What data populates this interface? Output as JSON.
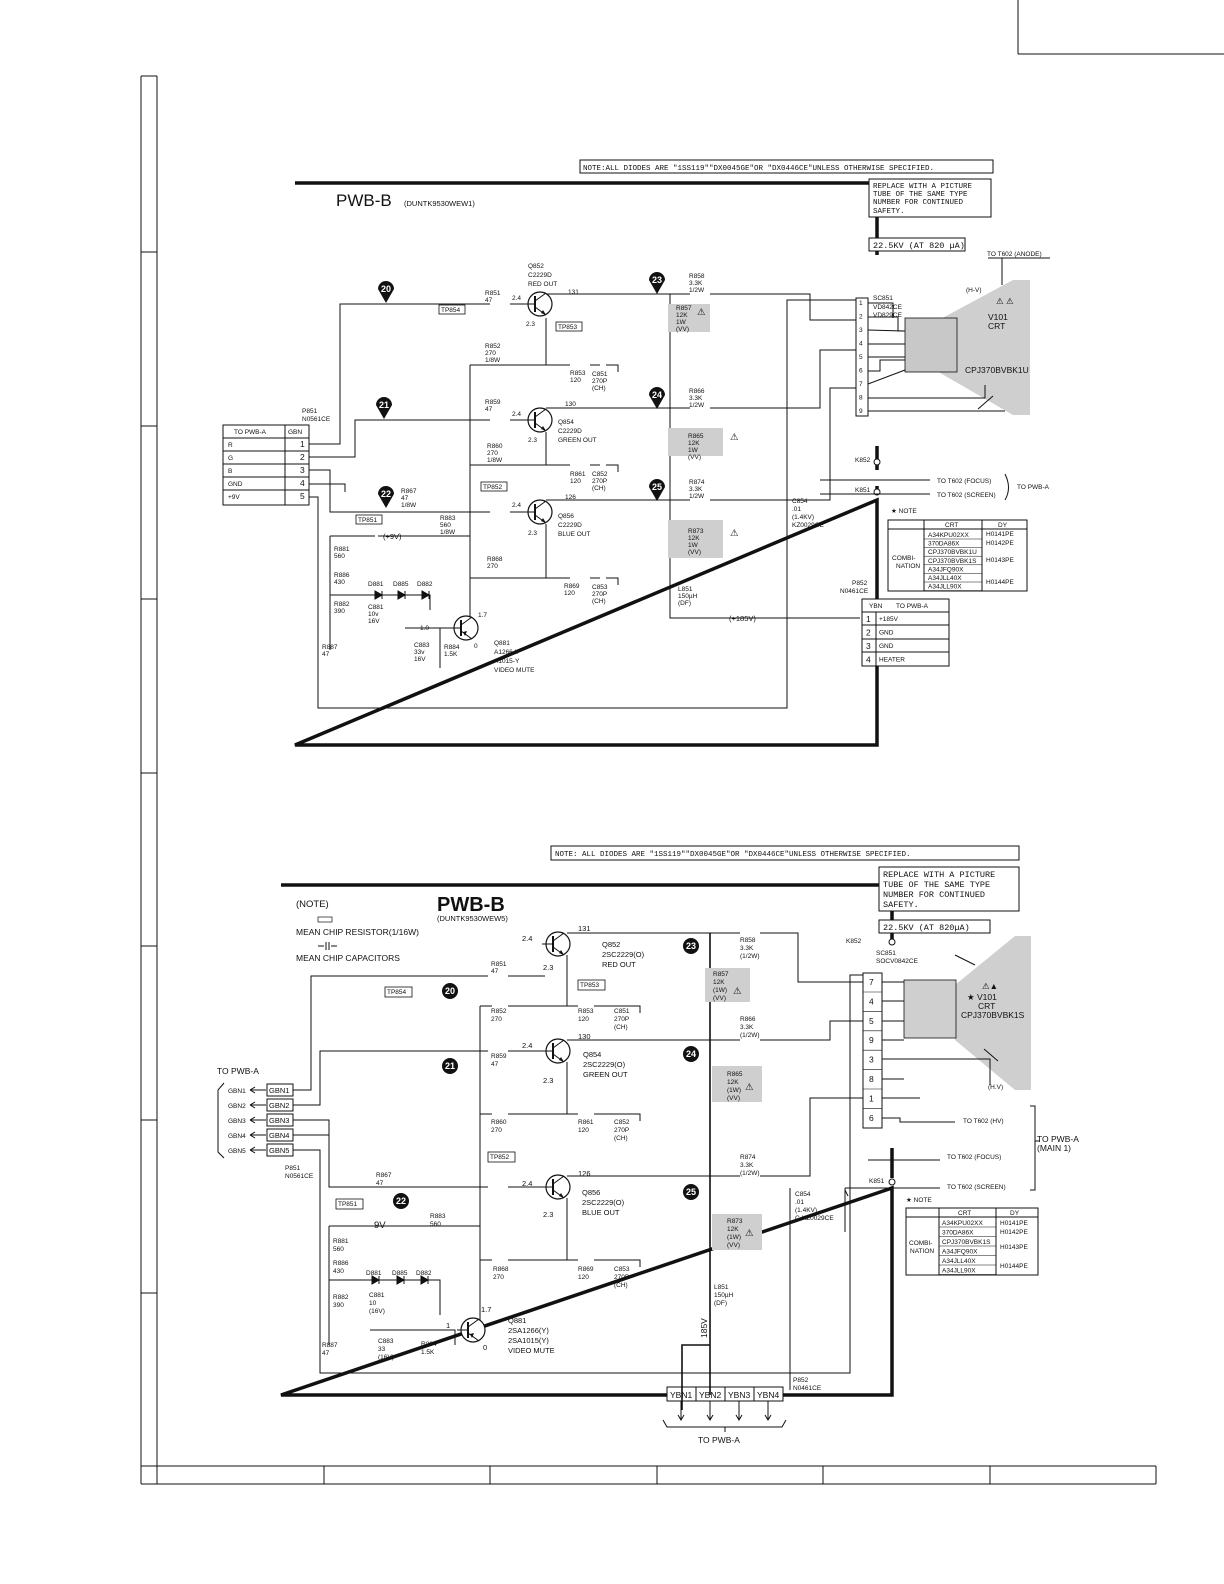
{
  "top": {
    "board_title": "PWB-B",
    "board_code": "(DUNTK9530WEW1)",
    "note": "NOTE:ALL DIODES ARE \"1SS119\"\"DX0045GE\"OR \"DX0446CE\"UNLESS OTHERWISE SPECIFIED.",
    "replace_note": [
      "REPLACE WITH A PICTURE",
      "TUBE OF THE SAME TYPE",
      "NUMBER FOR CONTINUED",
      "SAFETY."
    ],
    "hv_rating": "22.5KV (AT 820 µA)",
    "to_t602_anode": "TO T602 (ANODE)",
    "hv_label": "(H-V)",
    "crt_ref": "V101",
    "crt_word": "CRT",
    "crt_part": "CPJ370BVBK1U",
    "socket_ref": "SC851",
    "socket_parts": [
      "VD842CE",
      "VD829CE"
    ],
    "socket_pins": [
      "1",
      "2",
      "3",
      "4",
      "5",
      "6",
      "7",
      "8",
      "9"
    ],
    "k852": "K852",
    "k851": "K851",
    "focus": "TO T602 (FOCUS)",
    "screen": "TO T602 (SCREEN)",
    "to_pwb_a": "TO PWB-A",
    "c854": [
      "C854",
      ".01",
      "(1.4KV)",
      "KZ0029CE"
    ],
    "left_connector": {
      "ref": "P851",
      "part": "N0561CE",
      "header": [
        "TO PWB-A",
        "GBN"
      ],
      "rows": [
        [
          "R",
          "1"
        ],
        [
          "G",
          "2"
        ],
        [
          "B",
          "3"
        ],
        [
          "GND",
          "4"
        ],
        [
          "+9V",
          "5"
        ]
      ]
    },
    "right_connector": {
      "ref": "P852",
      "part": "N0461CE",
      "header": [
        "YBN",
        "TO PWB-A"
      ],
      "rows": [
        [
          "1",
          "+185V"
        ],
        [
          "2",
          "GND"
        ],
        [
          "3",
          "GND"
        ],
        [
          "4",
          "HEATER"
        ]
      ]
    },
    "red": {
      "ref": "Q852",
      "part": "C2229D",
      "func": "RED OUT",
      "v_b": "2.4",
      "v_e": "2.3",
      "v_c": "131"
    },
    "green": {
      "ref": "Q854",
      "part": "C2229D",
      "func": "GREEN OUT",
      "v_b": "2.4",
      "v_e": "2.3",
      "v_c": "130"
    },
    "blue": {
      "ref": "Q856",
      "part": "C2229D",
      "func": "BLUE OUT",
      "v_b": "2.4",
      "v_e": "2.3",
      "v_c": "126"
    },
    "mute": {
      "ref": "Q881",
      "parts": [
        "A1266-Y",
        "A1015-Y"
      ],
      "func": "VIDEO MUTE",
      "v_b": "1.0",
      "v_c": "1.7",
      "v_e": "0"
    },
    "r851": [
      "R851",
      "47"
    ],
    "r859": [
      "R859",
      "47"
    ],
    "r867": [
      "R867",
      "47",
      "1/8W"
    ],
    "r852": [
      "R852",
      "270",
      "1/8W"
    ],
    "r860": [
      "R860",
      "270",
      "1/8W"
    ],
    "r868": [
      "R868",
      "270"
    ],
    "r853": [
      "R853",
      "120"
    ],
    "r861": [
      "R861",
      "120"
    ],
    "r869": [
      "R869",
      "120"
    ],
    "c851": [
      "C851",
      "270P",
      "(CH)"
    ],
    "c852": [
      "C852",
      "270P",
      "(CH)"
    ],
    "c853": [
      "C853",
      "270P",
      "(CH)"
    ],
    "r858": [
      "R858",
      "3.3K",
      "1/2W"
    ],
    "r866": [
      "R866",
      "3.3K",
      "1/2W"
    ],
    "r874": [
      "R874",
      "3.3K",
      "1/2W"
    ],
    "r857": [
      "R857",
      "12K",
      "1W",
      "(VV)"
    ],
    "r865": [
      "R865",
      "12K",
      "1W",
      "(VV)"
    ],
    "r873": [
      "R873",
      "12K",
      "1W",
      "(VV)"
    ],
    "l851": [
      "L851",
      "150µH",
      "(DF)"
    ],
    "r883": [
      "R883",
      "560",
      "1/8W"
    ],
    "nine_v": "(+9V)",
    "plus185": "(+185V)",
    "r881": [
      "R881",
      "560"
    ],
    "r886": [
      "R886",
      "430"
    ],
    "r882": [
      "R882",
      "390"
    ],
    "r887": [
      "R887",
      "47"
    ],
    "c881": [
      "C881",
      "10v",
      "16V"
    ],
    "c883": [
      "C883",
      "33v",
      "16V"
    ],
    "r884": [
      "R884",
      "1.5K"
    ],
    "diodes": [
      "D881",
      "D885",
      "D882"
    ],
    "tps": [
      "TP854",
      "TP853",
      "TP852",
      "TP851"
    ],
    "bubbles": [
      "20",
      "21",
      "22",
      "23",
      "24",
      "25"
    ],
    "note_title": "★ NOTE",
    "table": {
      "header": [
        "CRT",
        "DY"
      ],
      "group_label": "COMBI- NATION",
      "crt": [
        "A34KPU02XX",
        "370DA86X",
        "CPJ370BVBK1U",
        "CPJ370BVBK1S",
        "A34JFQ90X",
        "A34JLL40X",
        "A34JLL90X"
      ],
      "dy": [
        "H0141PE",
        "H0142PE",
        "H0143PE",
        "H0144PE"
      ]
    }
  },
  "bottom": {
    "board_title": "PWB-B",
    "board_code": "(DUNTK9530WEW5)",
    "note_hdr": "(NOTE)",
    "mean_res": "MEAN CHIP RESISTOR(1/16W)",
    "mean_cap": "MEAN CHIP CAPACITORS",
    "note": "NOTE: ALL DIODES ARE \"1SS119\"\"DX0045GE\"OR \"DX0446CE\"UNLESS OTHERWISE SPECIFIED.",
    "replace_note": [
      "REPLACE WITH A PICTURE",
      "TUBE OF THE SAME TYPE",
      "NUMBER FOR CONTINUED",
      "SAFETY."
    ],
    "hv_rating": "22.5KV (AT 820µA)",
    "crt_ref": "★ V101",
    "crt_word": "CRT",
    "crt_part": "CPJ370BVBK1S",
    "hv_label": "(H.V)",
    "socket_ref": "SC851",
    "socket_part": "SOCV0842CE",
    "socket_pins": [
      "7",
      "4",
      "5",
      "9",
      "3",
      "8",
      "1",
      "6"
    ],
    "k852": "K852",
    "k851": "K851",
    "to_hv": "TO T602 (HV)",
    "focus": "TO T602 (FOCUS)",
    "screen": "TO T602 (SCREEN)",
    "to_pwb_a_main": [
      "TO PWB-A",
      "(MAIN 1)"
    ],
    "to_pwb_a": "TO PWB-A",
    "to_pwb_a_bottom": "TO PWB-A",
    "c854": [
      "C854",
      ".01",
      "(1.4KV)",
      "C-KZ0029CE"
    ],
    "gbn_ext": [
      "GBN1",
      "GBN2",
      "GBN3",
      "GBN4",
      "GBN5"
    ],
    "gbn_int": [
      "GBN1",
      "GBN2",
      "GBN3",
      "GBN4",
      "GBN5"
    ],
    "p851": [
      "P851",
      "N0561CE"
    ],
    "p852": [
      "P852",
      "N0461CE"
    ],
    "ybn": [
      "YBN1",
      "YBN2",
      "YBN3",
      "YBN4"
    ],
    "red": {
      "ref": "Q852",
      "part": "2SC2229(O)",
      "func": "RED OUT",
      "v_b": "2.4",
      "v_e": "2.3",
      "v_c": "131"
    },
    "green": {
      "ref": "Q854",
      "part": "2SC2229(O)",
      "func": "GREEN OUT",
      "v_b": "2.4",
      "v_e": "2.3",
      "v_c": "130"
    },
    "blue": {
      "ref": "Q856",
      "part": "2SC2229(O)",
      "func": "BLUE OUT",
      "v_b": "2.4",
      "v_e": "2.3",
      "v_c": "126"
    },
    "mute": {
      "ref": "Q881",
      "parts": [
        "2SA1266(Y)",
        "2SA1015(Y)"
      ],
      "func": "VIDEO MUTE",
      "v_b": "1",
      "v_c": "1.7",
      "v_e": "0"
    },
    "r851": [
      "R851",
      "47"
    ],
    "r859": [
      "R859",
      "47"
    ],
    "r867": [
      "R867",
      "47"
    ],
    "r852": [
      "R852",
      "270"
    ],
    "r860": [
      "R860",
      "270"
    ],
    "r868": [
      "R868",
      "270"
    ],
    "r853": [
      "R853",
      "120"
    ],
    "r861": [
      "R861",
      "120"
    ],
    "r869": [
      "R869",
      "120"
    ],
    "c851": [
      "C851",
      "270P",
      "(CH)"
    ],
    "c852": [
      "C852",
      "270P",
      "(CH)"
    ],
    "c853": [
      "C853",
      "270P",
      "(CH)"
    ],
    "r858": [
      "R858",
      "3.3K",
      "(1/2W)"
    ],
    "r866": [
      "R866",
      "3.3K",
      "(1/2W)"
    ],
    "r874": [
      "R874",
      "3.3K",
      "(1/2W)"
    ],
    "r857": [
      "R857",
      "12K",
      "(1W)",
      "(VV)"
    ],
    "r865": [
      "R865",
      "12K",
      "(1W)",
      "(VV)"
    ],
    "r873": [
      "R873",
      "12K",
      "(1W)",
      "(VV)"
    ],
    "l851": [
      "L851",
      "150µH",
      "(DF)"
    ],
    "v185": "185V",
    "nine_v": "9V",
    "r883": [
      "R883",
      "560"
    ],
    "r881": [
      "R881",
      "560"
    ],
    "r886": [
      "R886",
      "430"
    ],
    "r882": [
      "R882",
      "390"
    ],
    "r887": [
      "R887",
      "47"
    ],
    "c881": [
      "C881",
      "10",
      "(16V)"
    ],
    "c883": [
      "C883",
      "33",
      "(16V)"
    ],
    "r884": [
      "R884",
      "1.5K"
    ],
    "diodes": [
      "D881",
      "D885",
      "D882"
    ],
    "tps": [
      "TP854",
      "TP853",
      "TP852",
      "TP851"
    ],
    "bubbles": [
      "20",
      "21",
      "22",
      "23",
      "24",
      "25"
    ],
    "note_title": "★ NOTE",
    "table": {
      "header": [
        "CRT",
        "DY"
      ],
      "group_label": "COMBI- NATION",
      "crt": [
        "A34KPU02XX",
        "370DA86X",
        "CPJ370BVBK1S",
        "A34JFQ90X",
        "A34JLL40X",
        "A34JLL90X"
      ],
      "dy": [
        "H0141PE",
        "H0142PE",
        "H0143PE",
        "H0144PE"
      ]
    }
  }
}
